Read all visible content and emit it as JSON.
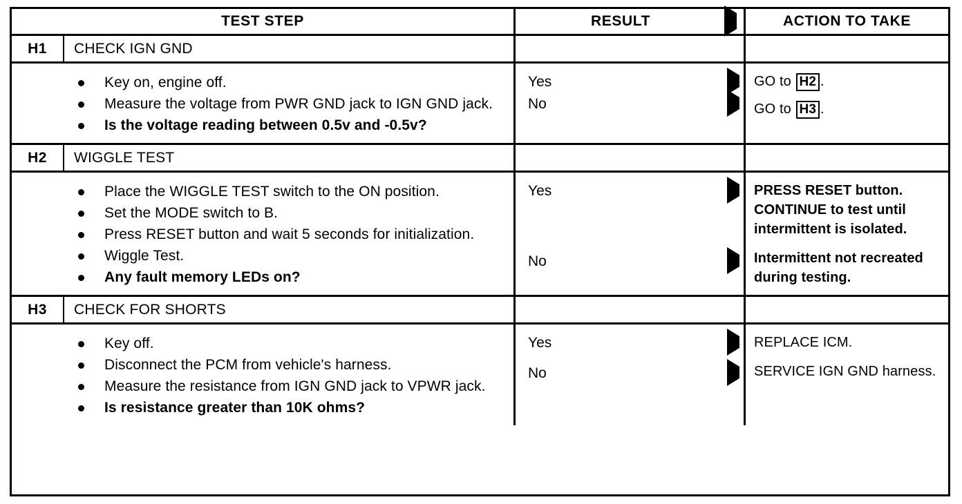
{
  "table": {
    "headers": {
      "test_step": "TEST STEP",
      "result": "RESULT",
      "action": "ACTION TO TAKE",
      "result_arrow_icon": "triangle-right-icon"
    },
    "steps": [
      {
        "id": "H1",
        "title": "CHECK IGN GND",
        "bullets": [
          {
            "text": "Key on, engine off.",
            "bold": false
          },
          {
            "text": "Measure the voltage from PWR GND jack to IGN GND jack.",
            "bold": false
          },
          {
            "text": "Is the voltage reading between 0.5v and -0.5v?",
            "bold": true
          }
        ],
        "outcomes": [
          {
            "result": "Yes",
            "arrow_icon": "triangle-right-icon",
            "action_prefix": "GO to ",
            "action_ref": "H2",
            "action_suffix": ".",
            "action_bold": false
          },
          {
            "result": "No",
            "arrow_icon": "triangle-right-icon",
            "action_prefix": "GO to ",
            "action_ref": "H3",
            "action_suffix": ".",
            "action_bold": false
          }
        ]
      },
      {
        "id": "H2",
        "title": "WIGGLE TEST",
        "bullets": [
          {
            "text": "Place the WIGGLE TEST switch to the ON position.",
            "bold": false
          },
          {
            "text": "Set the MODE switch to B.",
            "bold": false
          },
          {
            "text": "Press RESET button and wait 5 seconds for initialization.",
            "bold": false
          },
          {
            "text": "Wiggle Test.",
            "bold": false
          },
          {
            "text": "Any fault memory LEDs on?",
            "bold": true
          }
        ],
        "outcomes": [
          {
            "result": "Yes",
            "arrow_icon": "triangle-right-icon",
            "action_text": "PRESS RESET button. CONTINUE to test until intermittent is isolated.",
            "action_bold": true
          },
          {
            "result": "No",
            "arrow_icon": "triangle-right-icon",
            "action_text": "Intermittent not recreated during testing.",
            "action_bold": true
          }
        ]
      },
      {
        "id": "H3",
        "title": "CHECK FOR SHORTS",
        "bullets": [
          {
            "text": "Key off.",
            "bold": false
          },
          {
            "text": "Disconnect the PCM from vehicle's harness.",
            "bold": false
          },
          {
            "text": "Measure the resistance from IGN GND jack to VPWR jack.",
            "bold": false
          },
          {
            "text": "Is resistance greater than 10K ohms?",
            "bold": true
          }
        ],
        "outcomes": [
          {
            "result": "Yes",
            "arrow_icon": "triangle-right-icon",
            "action_text": "REPLACE ICM.",
            "action_bold": false
          },
          {
            "result": "No",
            "arrow_icon": "triangle-right-icon",
            "action_text": "SERVICE IGN GND harness.",
            "action_bold": false
          }
        ]
      }
    ]
  },
  "colors": {
    "ink": "#000000",
    "paper": "#ffffff"
  }
}
